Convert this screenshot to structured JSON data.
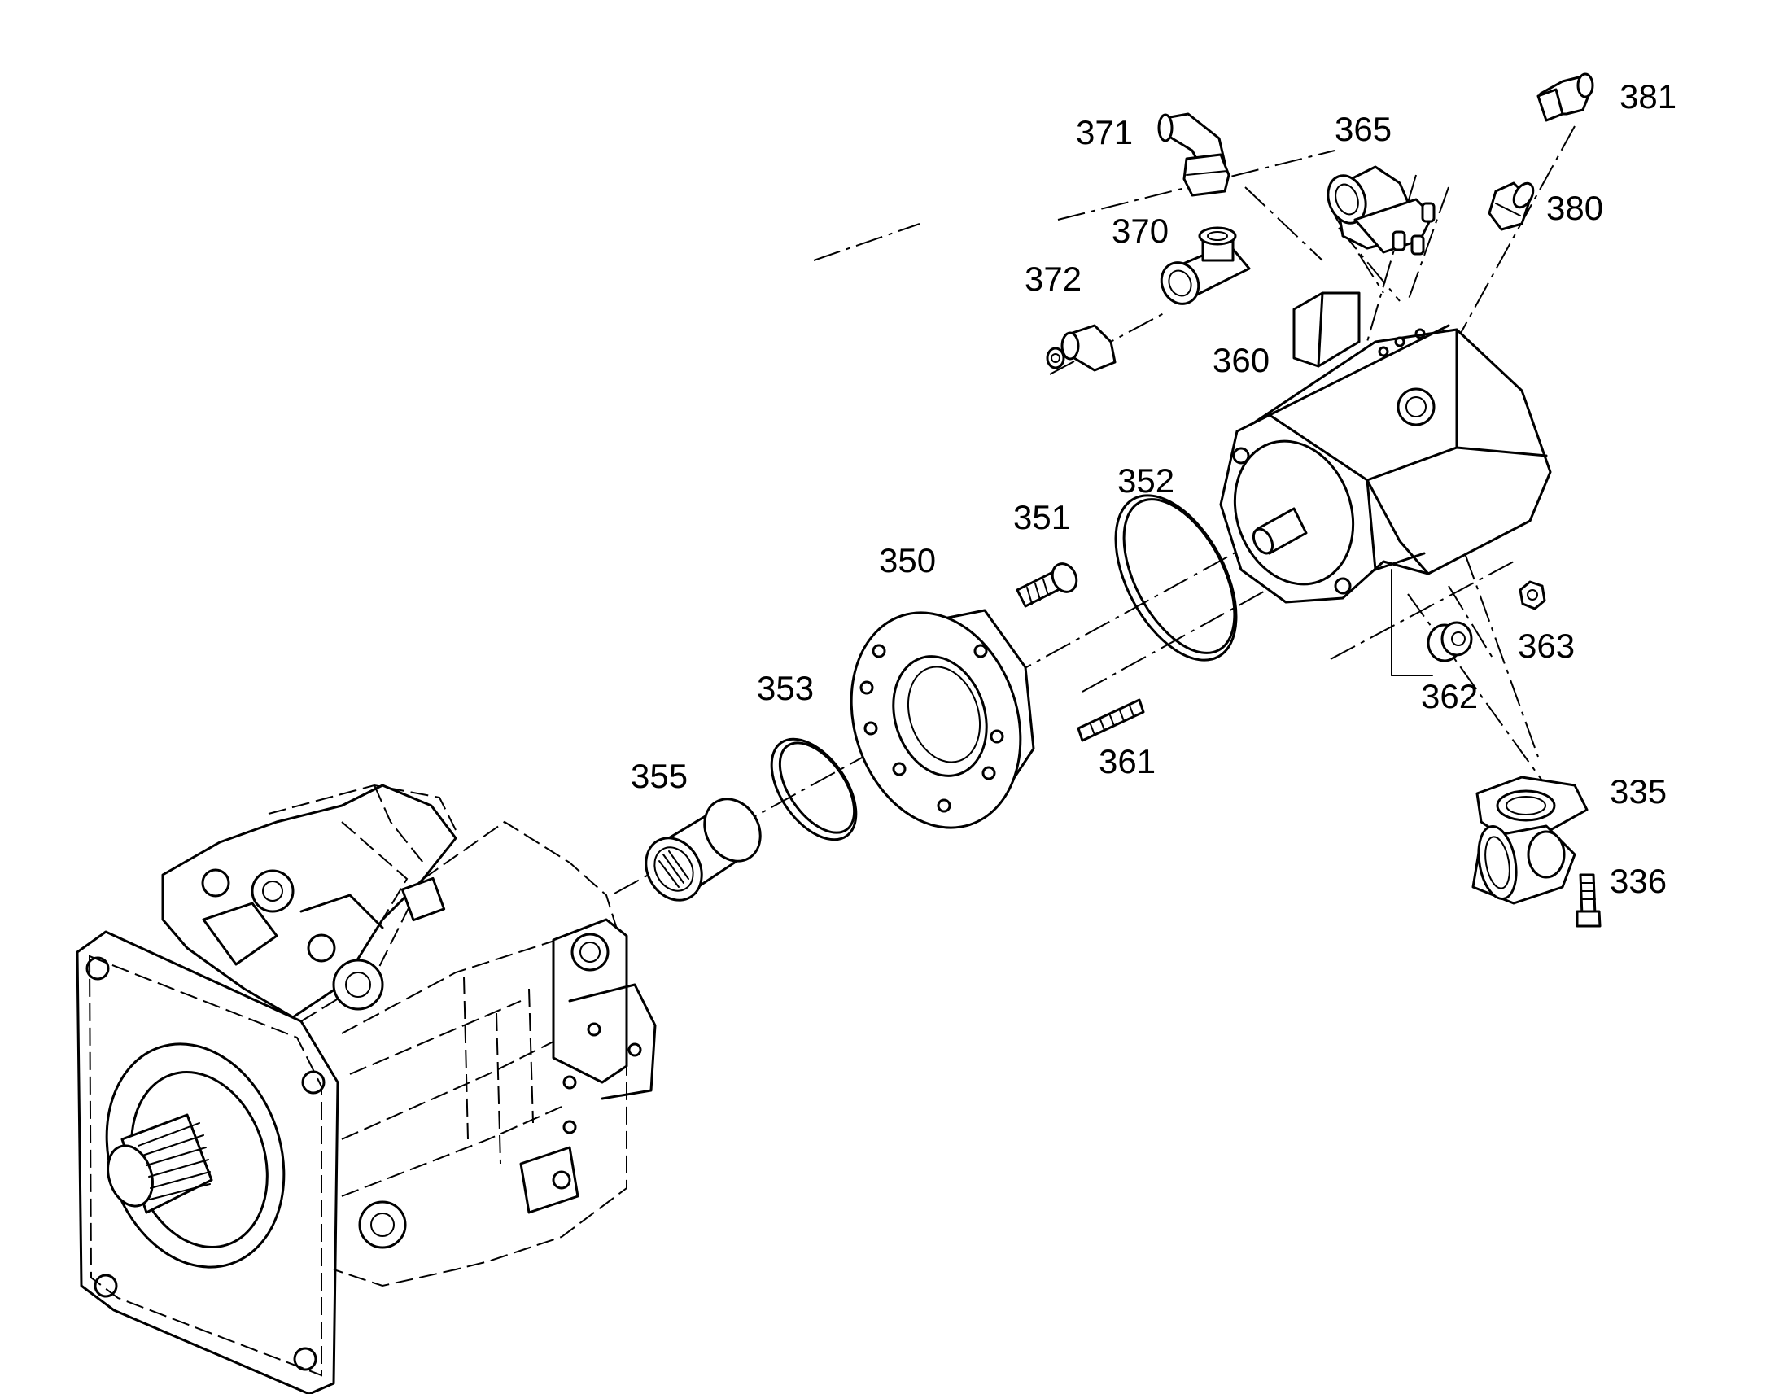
{
  "diagram": {
    "callouts": {
      "p381": "381",
      "p371": "371",
      "p365": "365",
      "p380": "380",
      "p370": "370",
      "p372": "372",
      "p360": "360",
      "p352": "352",
      "p351": "351",
      "p350": "350",
      "p363": "363",
      "p362": "362",
      "p353": "353",
      "p361": "361",
      "p355": "355",
      "p335": "335",
      "p336": "336"
    }
  }
}
